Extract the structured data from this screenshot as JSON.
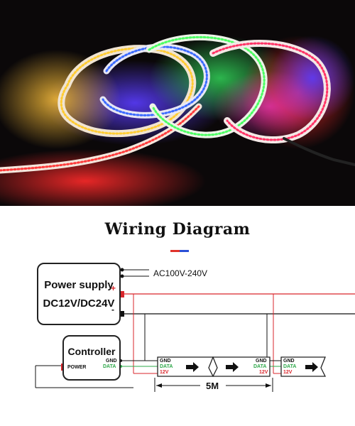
{
  "diagram": {
    "title": "Wiring Diagram",
    "power_supply": {
      "line1": "Power supply",
      "line2": "DC12V/DC24V",
      "plus": "+",
      "minus": "-",
      "ac_label": "AC100V-240V"
    },
    "controller": {
      "name": "Controller",
      "gnd": "GND",
      "data": "DATA",
      "power": "POWER"
    },
    "strip_labels": {
      "gnd": "GND",
      "data": "DATA",
      "v12": "12V"
    },
    "length_label": "5M"
  },
  "colors": {
    "red_wire": "#d9262b",
    "black_wire": "#111111",
    "data_wire": "#2ea84a",
    "accent_red": "#e0332a",
    "accent_blue": "#2a4fd6"
  }
}
